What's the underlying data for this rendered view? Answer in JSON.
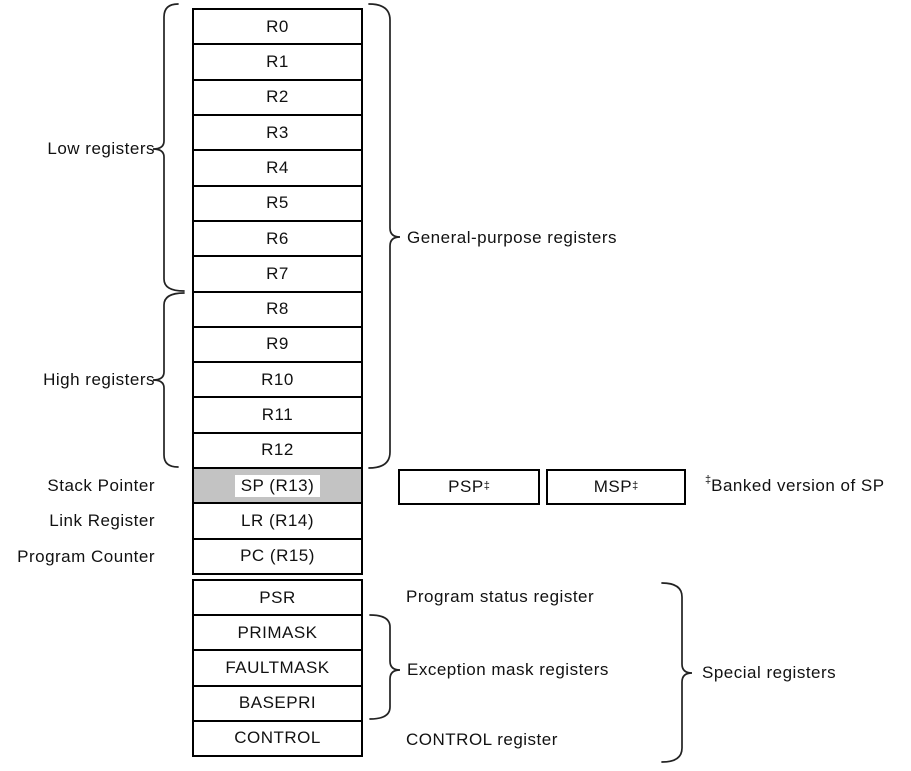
{
  "colors": {
    "background": "#ffffff",
    "box_border": "#000000",
    "sp_row_fill": "#c3c3c3",
    "sp_label_highlight": "#ffffff",
    "text": "#111111"
  },
  "left_labels": {
    "low": "Low registers",
    "high": "High registers",
    "stack_pointer": "Stack Pointer",
    "link_register": "Link Register",
    "program_counter": "Program Counter"
  },
  "register_column": {
    "core": [
      "R0",
      "R1",
      "R2",
      "R3",
      "R4",
      "R5",
      "R6",
      "R7",
      "R8",
      "R9",
      "R10",
      "R11",
      "R12",
      "SP (R13)",
      "LR (R14)",
      "PC (R15)"
    ],
    "special": [
      "PSR",
      "PRIMASK",
      "FAULTMASK",
      "BASEPRI",
      "CONTROL"
    ]
  },
  "banked": {
    "psp_label": "PSP",
    "msp_label": "MSP",
    "sup": "‡",
    "note_sup": "‡",
    "note_text": "Banked version of SP"
  },
  "annotations": {
    "general_purpose": "General-purpose registers",
    "program_status": "Program status register",
    "exception_mask": "Exception mask registers",
    "control": "CONTROL register",
    "special": "Special registers"
  }
}
